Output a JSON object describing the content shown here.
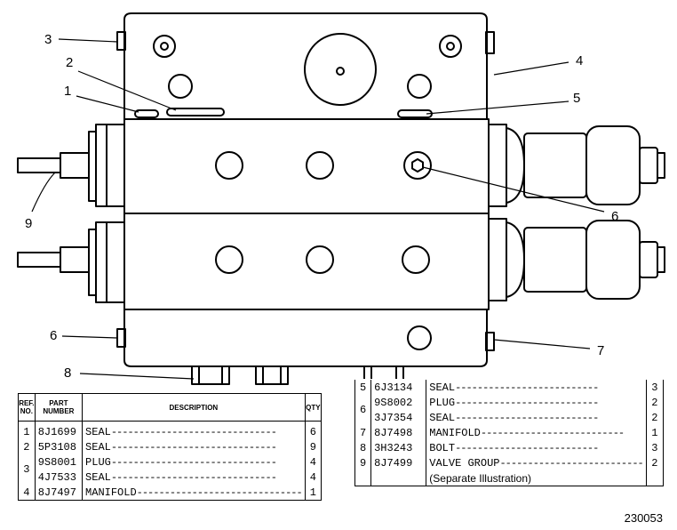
{
  "callouts": {
    "c1": "1",
    "c2": "2",
    "c3": "3",
    "c4": "4",
    "c5": "5",
    "c6a": "6",
    "c6b": "6",
    "c7": "7",
    "c8": "8",
    "c9": "9"
  },
  "parts_table_left": {
    "headers": {
      "ref": "REF. NO.",
      "part": "PART NUMBER",
      "desc": "DESCRIPTION",
      "qty": "QTY"
    },
    "rows": [
      {
        "ref": "1",
        "part": "8J1699",
        "desc": "SEAL",
        "qty": "6"
      },
      {
        "ref": "2",
        "part": "5P3108",
        "desc": "SEAL",
        "qty": "9"
      },
      {
        "ref": "3",
        "part": "9S8001",
        "desc": "PLUG",
        "qty": "4"
      },
      {
        "ref": "",
        "part": "4J7533",
        "desc": "SEAL",
        "qty": "4"
      },
      {
        "ref": "4",
        "part": "8J7497",
        "desc": "MANIFOLD",
        "qty": "1"
      }
    ]
  },
  "parts_table_right": {
    "rows": [
      {
        "ref": "5",
        "part": "6J3134",
        "desc": "SEAL",
        "qty": "3"
      },
      {
        "ref": "6",
        "part": "9S8002",
        "desc": "PLUG",
        "qty": "2"
      },
      {
        "ref": "",
        "part": "3J7354",
        "desc": "SEAL",
        "qty": "2"
      },
      {
        "ref": "7",
        "part": "8J7498",
        "desc": "MANIFOLD",
        "qty": "1"
      },
      {
        "ref": "8",
        "part": "3H3243",
        "desc": "BOLT",
        "qty": "3"
      },
      {
        "ref": "9",
        "part": "8J7499",
        "desc": "VALVE GROUP",
        "qty": "2"
      }
    ],
    "note": "(Separate Illustration)"
  },
  "illustration_number": "230053"
}
